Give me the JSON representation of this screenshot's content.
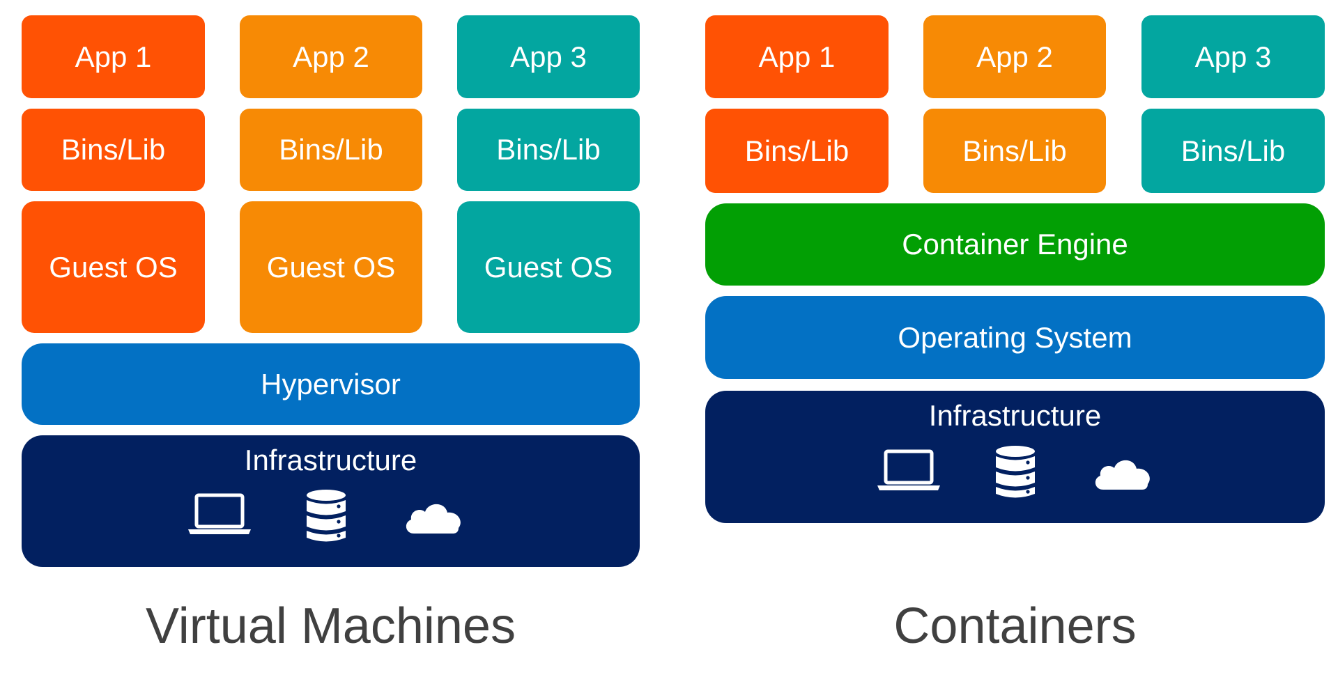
{
  "colors": {
    "app1": "#ff5204",
    "app2": "#f78a05",
    "app3": "#03a6a0",
    "container_engine": "#029f04",
    "blue_layer": "#0371c4",
    "infrastructure": "#022060",
    "caption": "#404040",
    "text": "#ffffff"
  },
  "icons": [
    "laptop-icon",
    "database-icon",
    "cloud-icon"
  ],
  "vm": {
    "caption": "Virtual Machines",
    "stacks": [
      {
        "app": "App 1",
        "bins": "Bins/Lib",
        "os": "Guest OS"
      },
      {
        "app": "App 2",
        "bins": "Bins/Lib",
        "os": "Guest OS"
      },
      {
        "app": "App 3",
        "bins": "Bins/Lib",
        "os": "Guest OS"
      }
    ],
    "hypervisor": "Hypervisor",
    "infrastructure": "Infrastructure"
  },
  "containers": {
    "caption": "Containers",
    "stacks": [
      {
        "app": "App 1",
        "bins": "Bins/Lib"
      },
      {
        "app": "App 2",
        "bins": "Bins/Lib"
      },
      {
        "app": "App 3",
        "bins": "Bins/Lib"
      }
    ],
    "container_engine": "Container Engine",
    "operating_system": "Operating System",
    "infrastructure": "Infrastructure"
  }
}
